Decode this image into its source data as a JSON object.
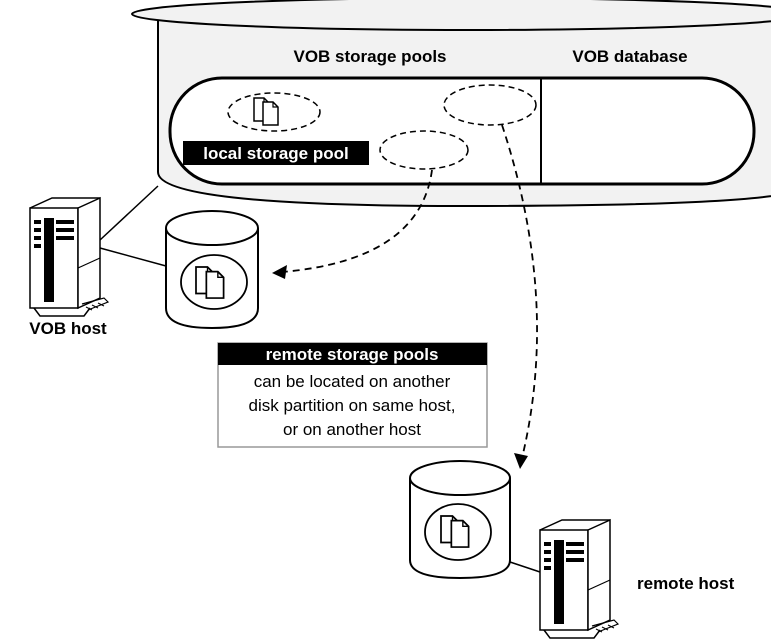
{
  "labels": {
    "vob_storage_pools": "VOB storage pools",
    "vob_database": "VOB database",
    "local_storage_pool": "local storage pool",
    "vob_host": "VOB host",
    "remote_host": "remote host"
  },
  "callout": {
    "title": "remote storage pools",
    "lines": [
      "can be located on another",
      "disk partition on same host,",
      "or on another host"
    ]
  },
  "icons": {
    "vob_host_computer": "tower-computer-icon",
    "remote_host_computer": "tower-computer-icon",
    "disk": "disk-cylinder-icon",
    "files": "document-pages-icon"
  },
  "colors": {
    "line": "#000000",
    "cylinder_fill": "#f2f2f2",
    "callout_border": "#999999",
    "label_inverse_bg": "#000000"
  }
}
